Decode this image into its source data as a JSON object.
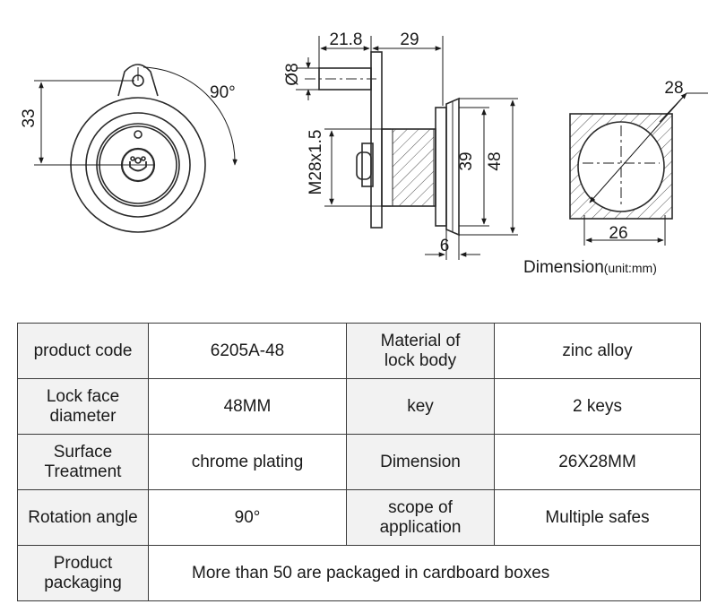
{
  "drawing": {
    "front_view": {
      "height_label": "33",
      "angle_label": "90°"
    },
    "side_view": {
      "length_a": "21.8",
      "length_b": "29",
      "shaft_diameter": "Ø8",
      "thread_label": "M28x1.5",
      "inner_diameter": "39",
      "outer_diameter": "48",
      "flange_thickness": "6"
    },
    "cutout_view": {
      "height_label": "28",
      "width_label": "26"
    },
    "caption": {
      "title": "Dimension",
      "unit": "(unit:mm)"
    }
  },
  "spec_table": {
    "rows": [
      {
        "label1": "product code",
        "value1": "6205A-48",
        "label2": "Material of lock body",
        "value2": "zinc alloy"
      },
      {
        "label1": "Lock face diameter",
        "value1": "48MM",
        "label2": "key",
        "value2": "2 keys"
      },
      {
        "label1": "Surface Treatment",
        "value1": "chrome plating",
        "label2": "Dimension",
        "value2": "26X28MM"
      },
      {
        "label1": "Rotation angle",
        "value1": "90°",
        "label2": "scope of application",
        "value2": "Multiple safes"
      },
      {
        "label1": "Product packaging",
        "value_wide": "More than 50 are packaged in cardboard boxes"
      }
    ]
  }
}
